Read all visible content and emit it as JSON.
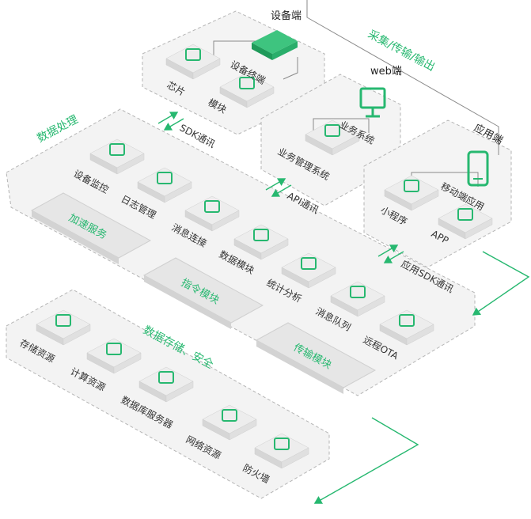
{
  "colors": {
    "accent": "#27b870",
    "platform": "#f3f3f3",
    "outline": "#b9b9b9",
    "tile": "#e9e9e9"
  },
  "device": {
    "title": "设备端",
    "items": [
      "设备终端",
      "芯片",
      "模块"
    ]
  },
  "web": {
    "title": "web端",
    "items": [
      "业务系统",
      "业务管理系统"
    ]
  },
  "app": {
    "title": "应用端",
    "items": [
      "移动端应用",
      "小程序",
      "APP"
    ]
  },
  "connectors": {
    "collect": "采集/传输/输出",
    "sdk": "SDK通讯",
    "api": "API通讯",
    "app_sdk": "应用SDK通讯"
  },
  "processing": {
    "title": "数据处理",
    "modules": [
      "设备监控",
      "日志管理",
      "消息连接",
      "数据模块",
      "统计分析",
      "消息队列",
      "远程OTA"
    ],
    "bands": [
      "加速服务",
      "指令模块",
      "传输模块"
    ]
  },
  "storage": {
    "title": "数据存储、安全",
    "items": [
      "存储资源",
      "计算资源",
      "数据库服务器",
      "网络资源",
      "防火墙"
    ]
  }
}
